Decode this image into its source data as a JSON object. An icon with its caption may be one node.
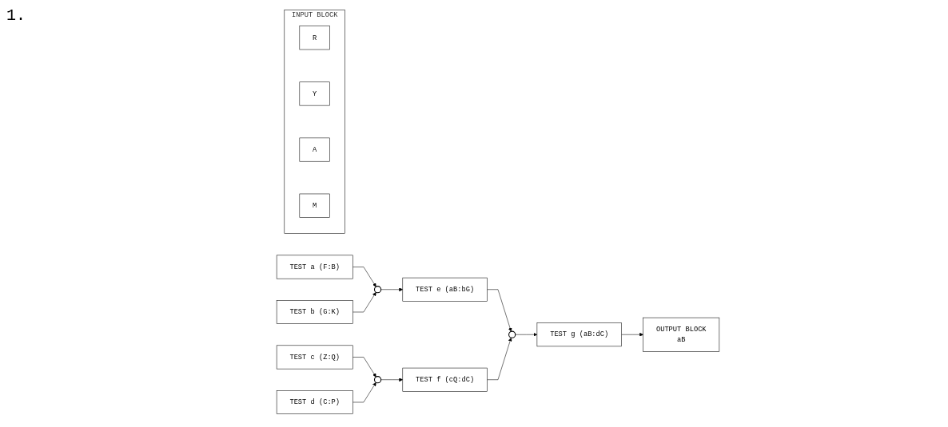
{
  "diagram": {
    "nodes": [
      {
        "text": [
          "INPUT BLOCK"
        ]
      },
      {
        "text": [
          "R"
        ],
        "in": 0
      },
      {
        "text": [
          "Y"
        ],
        "in": 0
      },
      {
        "text": [
          "A"
        ],
        "in": 0
      },
      {
        "text": [
          "M"
        ],
        "in": 0
      },
      {
        "text": [
          "TEST a (F:B)"
        ]
      },
      {
        "text": [
          "TEST b (G:K)"
        ]
      },
      {
        "text": [],
        "shape": "circle"
      },
      {
        "text": [
          "TEST e (aB:bG)"
        ]
      },
      {
        "text": [
          "TEST c (Z:Q)"
        ]
      },
      {
        "text": [
          "TEST d (C:P)"
        ]
      },
      {
        "text": [],
        "shape": "circle"
      },
      {
        "text": [
          "TEST f (cQ:dC)"
        ]
      },
      {
        "text": [],
        "shape": "circle"
      },
      {
        "text": [
          "TEST g (aB:dC)"
        ]
      },
      {
        "text": [
          "OUTPUT BLOCK",
          "aB"
        ]
      }
    ],
    "edges": [
      {
        "from": 5,
        "to": 7,
        "arrow": "to"
      },
      {
        "from": 6,
        "to": 7,
        "arrow": "to"
      },
      {
        "from": 7,
        "to": 8,
        "arrow": "to"
      },
      {
        "from": 9,
        "to": 11,
        "arrow": "to"
      },
      {
        "from": 10,
        "to": 11,
        "arrow": "to"
      },
      {
        "from": 11,
        "to": 12,
        "arrow": "to"
      },
      {
        "from": 8,
        "to": 13,
        "arrow": "to"
      },
      {
        "from": 12,
        "to": 13,
        "arrow": "to"
      },
      {
        "from": 13,
        "to": 14,
        "arrow": "to"
      },
      {
        "from": 14,
        "to": 15,
        "arrow": "to"
      }
    ],
    "labels": [
      "1."
    ]
  }
}
